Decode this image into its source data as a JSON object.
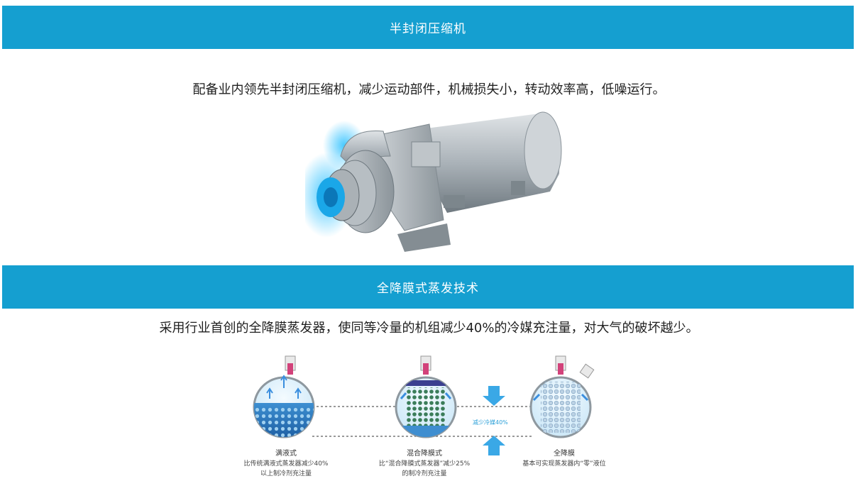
{
  "colors": {
    "accent": "#159fd0",
    "arrow": "#3aa8e6",
    "shell": "#9aa4ac"
  },
  "section1": {
    "title": "半封闭压缩机",
    "description": "配备业内领先半封闭压缩机，减少运动部件，机械损失小，转动效率高，低噪运行。"
  },
  "section2": {
    "title": "全降膜式蒸发技术",
    "description": "采用行业首创的全降膜蒸发器，使同等冷量的机组减少40%的冷媒充注量，对大气的破坏越少。",
    "reduce_label": "减少冷媒40%",
    "evaporators": [
      {
        "name": "满液式",
        "line1": "比传统满液式蒸发器减少40%",
        "line2": "以上制冷剂充注量"
      },
      {
        "name": "混合降膜式",
        "line1": "比“混合降膜式蒸发器”减少25%",
        "line2": "的制冷剂充注量"
      },
      {
        "name": "全降膜",
        "line1": "基本可实现蒸发器内“零”液位",
        "line2": ""
      }
    ]
  }
}
